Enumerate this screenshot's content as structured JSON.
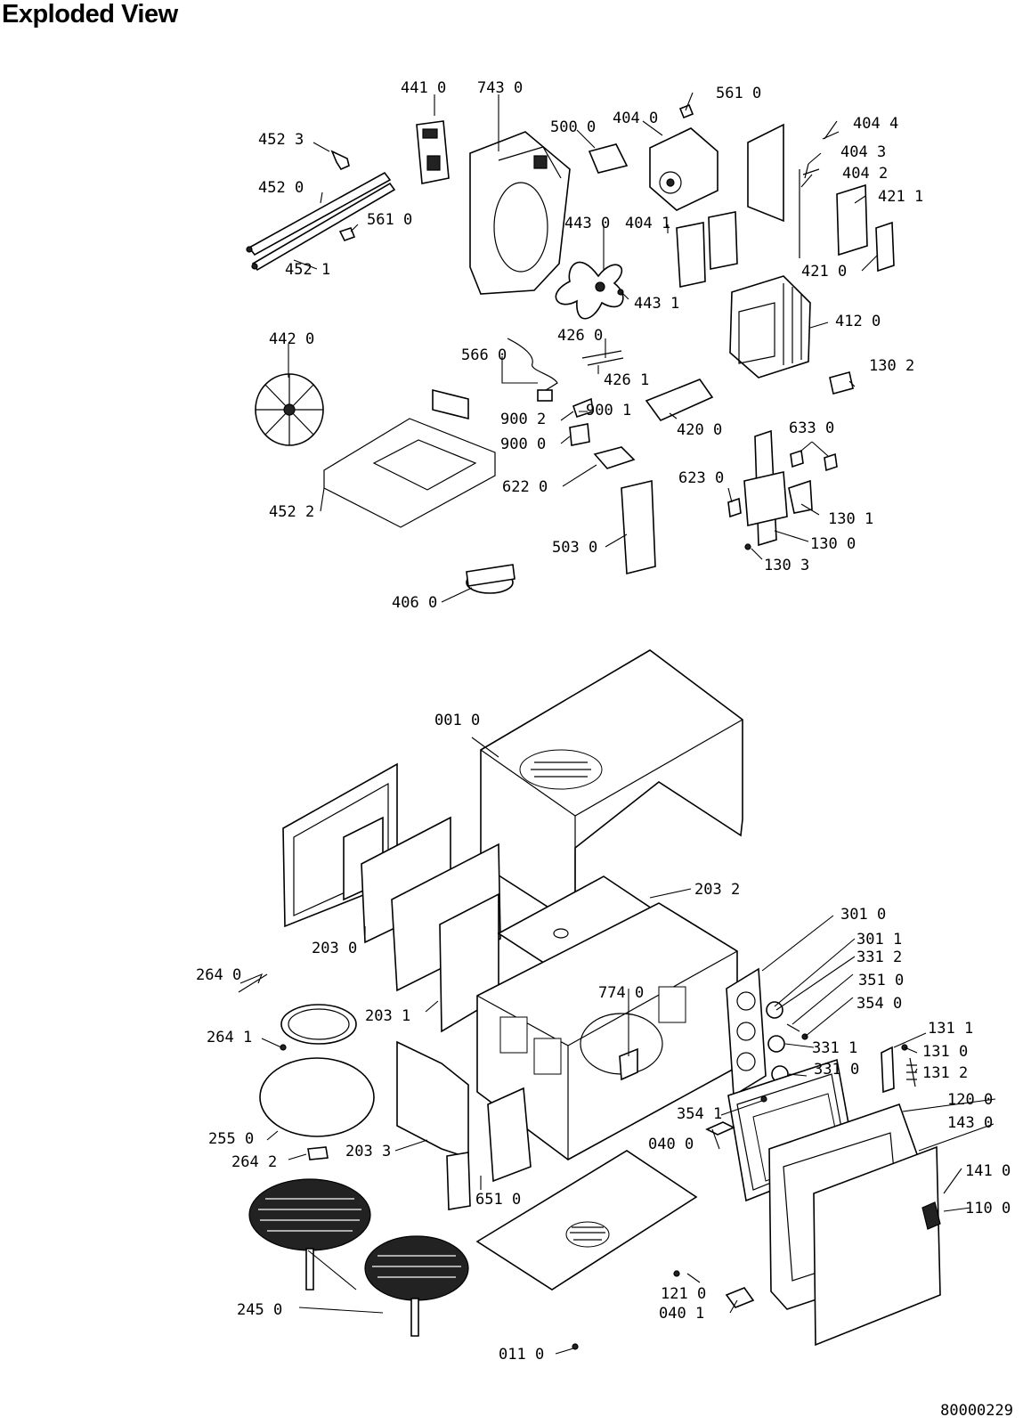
{
  "title": "Exploded View",
  "doc_number": "80000229",
  "labels": {
    "p441_0": "441 0",
    "p743_0": "743 0",
    "p561_0a": "561 0",
    "p500_0": "500 0",
    "p404_0": "404 0",
    "p404_4": "404 4",
    "p452_3": "452 3",
    "p404_3": "404 3",
    "p404_2": "404 2",
    "p452_0": "452 0",
    "p421_1": "421 1",
    "p561_0b": "561 0",
    "p443_0": "443 0",
    "p404_1": "404 1",
    "p452_1": "452 1",
    "p421_0": "421 0",
    "p443_1": "443 1",
    "p442_0": "442 0",
    "p412_0": "412 0",
    "p426_0": "426 0",
    "p566_0": "566 0",
    "p426_1": "426 1",
    "p130_2": "130 2",
    "p900_2": "900 2",
    "p900_1": "900 1",
    "p900_0": "900 0",
    "p420_0": "420 0",
    "p633_0": "633 0",
    "p623_0": "623 0",
    "p622_0": "622 0",
    "p452_2": "452 2",
    "p130_1": "130 1",
    "p503_0": "503 0",
    "p130_0": "130 0",
    "p130_3": "130 3",
    "p406_0": "406 0",
    "p001_0": "001 0",
    "p203_2": "203 2",
    "p301_0": "301 0",
    "p203_0": "203 0",
    "p301_1": "301 1",
    "p331_2": "331 2",
    "p264_0": "264 0",
    "p774_0": "774 0",
    "p351_0": "351 0",
    "p203_1": "203 1",
    "p354_0": "354 0",
    "p131_1": "131 1",
    "p264_1": "264 1",
    "p331_1": "331 1",
    "p131_0": "131 0",
    "p131_2": "131 2",
    "p331_0": "331 0",
    "p120_0": "120 0",
    "p354_1": "354 1",
    "p143_0": "143 0",
    "p255_0": "255 0",
    "p203_3": "203 3",
    "p040_0": "040 0",
    "p264_2": "264 2",
    "p141_0": "141 0",
    "p651_0": "651 0",
    "p110_0": "110 0",
    "p121_0": "121 0",
    "p245_0": "245 0",
    "p011_0": "011 0",
    "p040_1": "040 1"
  }
}
